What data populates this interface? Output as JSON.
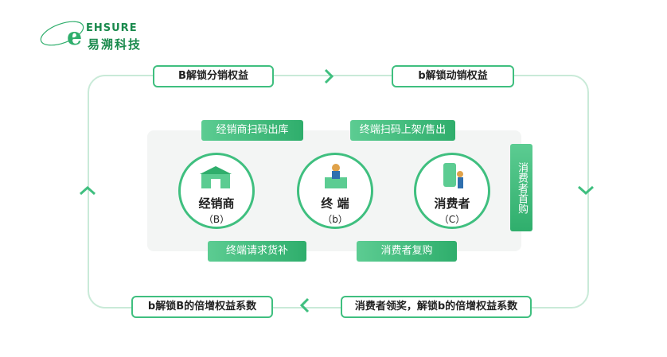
{
  "logo": {
    "en": "EHSURE",
    "cn": "易溯科技"
  },
  "outer": {
    "top_left": "B解锁分销权益",
    "top_right": "b解锁动销权益",
    "bottom_right": "消费者领奖，解锁b的倍增权益系数",
    "bottom_left": "b解锁B的倍增权益系数"
  },
  "inner": {
    "top_left": "经销商扫码出库",
    "top_right": "终端扫码上架/售出",
    "right_vertical": "消费者首购",
    "bottom_left": "终端请求货补",
    "bottom_right": "消费者复购"
  },
  "nodes": [
    {
      "title": "经销商",
      "sub": "（B）"
    },
    {
      "title": "终 端",
      "sub": "（b）"
    },
    {
      "title": "消费者",
      "sub": "（C）"
    }
  ],
  "colors": {
    "accent": "#3fbf7f",
    "light": "#c9ead8"
  }
}
